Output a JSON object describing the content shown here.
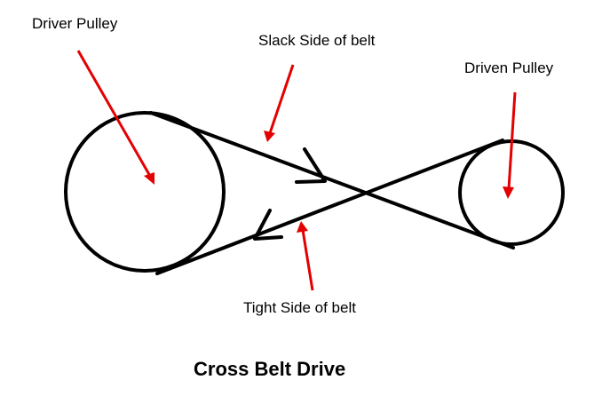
{
  "labels": {
    "driver_pulley": "Driver Pulley",
    "slack_side": "Slack Side of belt",
    "driven_pulley": "Driven Pulley",
    "tight_side": "Tight Side of belt"
  },
  "title": "Cross Belt Drive",
  "colors": {
    "line": "#000000",
    "pointer": "#e30000",
    "background": "#ffffff"
  }
}
